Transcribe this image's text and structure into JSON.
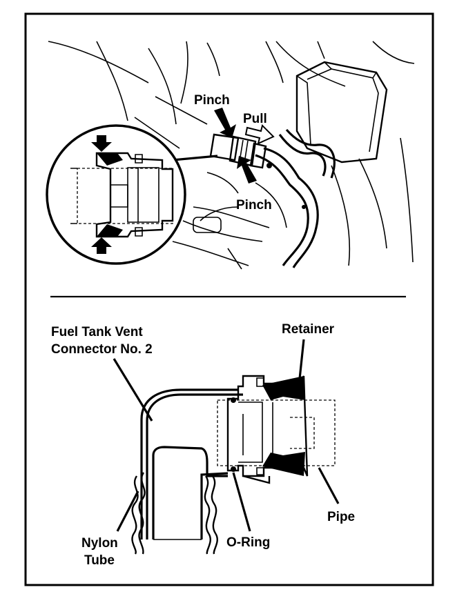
{
  "figure": {
    "top_labels": {
      "pinch_upper": "Pinch",
      "pull": "Pull",
      "pinch_lower": "Pinch"
    },
    "bottom_labels": {
      "connector_line1": "Fuel Tank Vent",
      "connector_line2": "Connector No. 2",
      "retainer": "Retainer",
      "pipe": "Pipe",
      "o_ring": "O-Ring",
      "nylon_line1": "Nylon",
      "nylon_line2": "Tube"
    }
  }
}
